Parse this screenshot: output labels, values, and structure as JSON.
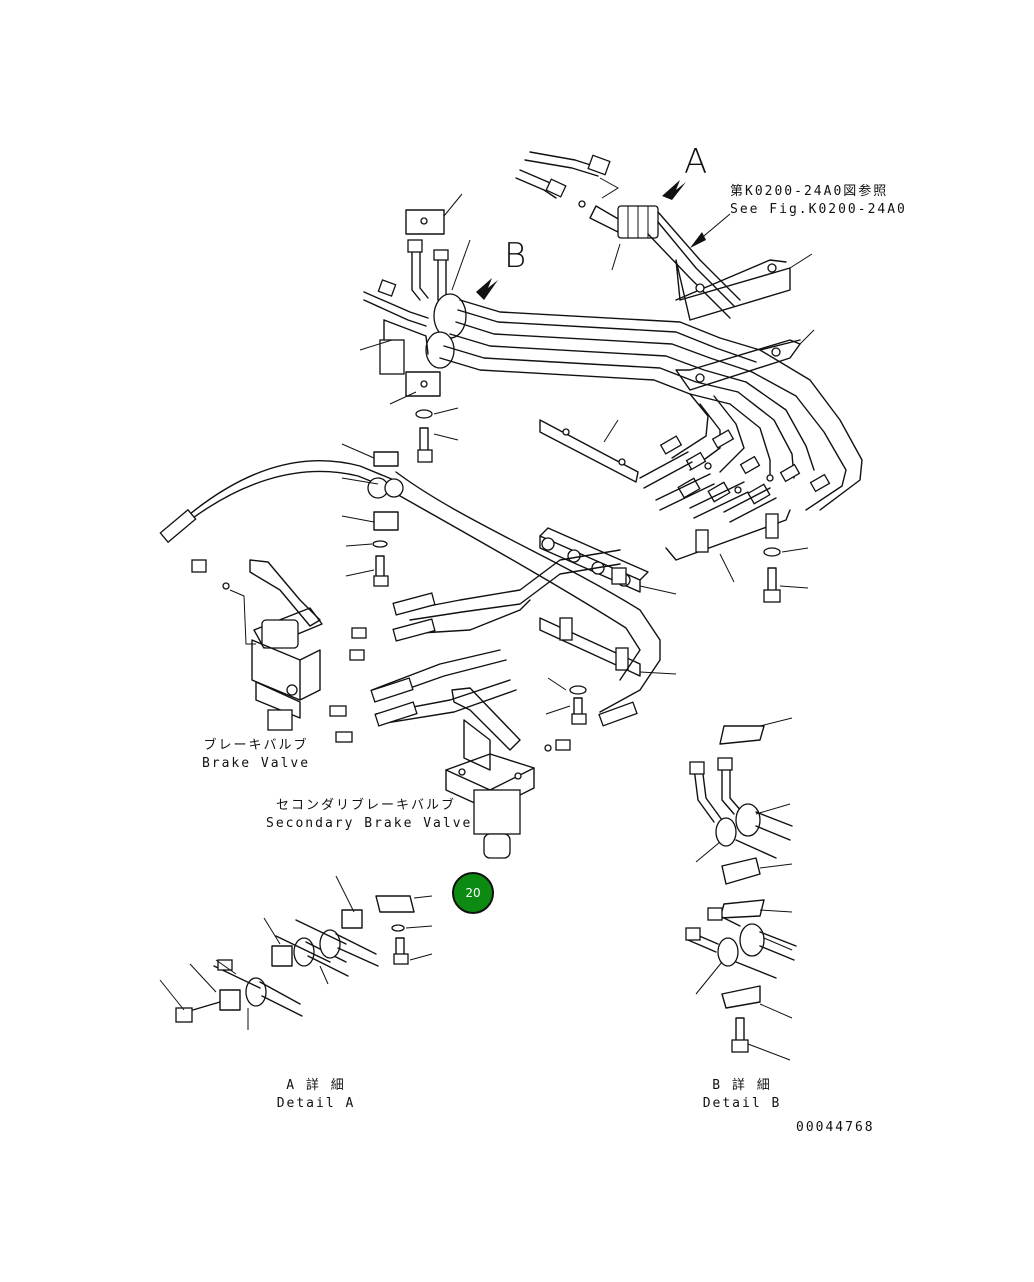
{
  "callouts": {
    "view_a": "A",
    "view_b": "B"
  },
  "reference": {
    "jp": "第K0200-24A0図参照",
    "en": "See Fig.K0200-24A0"
  },
  "labels": {
    "brake_valve_jp": "ブレーキバルブ",
    "brake_valve_en": "Brake Valve",
    "secondary_brake_valve_jp": "セコンダリブレーキバルブ",
    "secondary_brake_valve_en": "Secondary Brake Valve",
    "detail_a_jp": "A 詳 細",
    "detail_a_en": "Detail A",
    "detail_b_jp": "B 詳 細",
    "detail_b_en": "Detail B"
  },
  "hotspot": {
    "number": "20",
    "color": "#0c8a12"
  },
  "drawing_number": "00044768"
}
